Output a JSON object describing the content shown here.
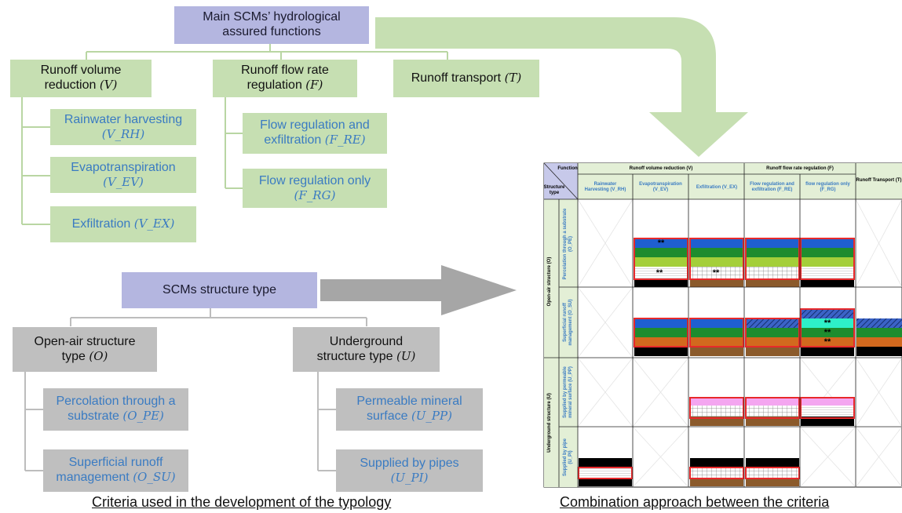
{
  "criteria": {
    "functions_root": {
      "line1": "Main SCMs’ hydrological",
      "line2": "assured functions"
    },
    "runoff_volume": {
      "line1": "Runoff volume",
      "line2": "reduction",
      "sym": "(V)"
    },
    "runoff_flow": {
      "line1": "Runoff flow rate",
      "line2": "regulation",
      "sym": "(F)"
    },
    "runoff_transport": {
      "label": "Runoff transport",
      "sym": "(T)"
    },
    "rainwater": {
      "label": "Rainwater harvesting",
      "sym": "(V_RH)"
    },
    "evapo": {
      "label": "Evapotranspiration",
      "sym": "(V_EV)"
    },
    "exfil": {
      "label": "Exfiltration",
      "sym": "(V_EX)"
    },
    "flow_exfil": {
      "line1": "Flow regulation and",
      "line2": "exfiltration",
      "sym": "(F_RE)"
    },
    "flow_only": {
      "label": "Flow regulation only",
      "sym": "(F_RG)"
    },
    "structure_root": {
      "label": "SCMs structure type"
    },
    "open_air": {
      "line1": "Open-air structure",
      "line2": "type",
      "sym": "(O)"
    },
    "underground": {
      "line1": "Underground",
      "line2": "structure type",
      "sym": "(U)"
    },
    "percolation": {
      "line1": "Percolation through a",
      "line2": "substrate",
      "sym": "(O_PE)"
    },
    "superficial": {
      "line1": "Superficial runoff",
      "line2": "management",
      "sym": "(O_SU)"
    },
    "permeable": {
      "line1": "Permeable mineral",
      "line2": "surface",
      "sym": "(U_PP)"
    },
    "pipes": {
      "label": "Supplied by pipes",
      "sym": "(U_PI)"
    }
  },
  "captions": {
    "left": "Criteria used in the development of the typology",
    "right": "Combination approach between the criteria"
  },
  "matrix": {
    "corner_function": "Function",
    "corner_structure": "Structure type",
    "group_volume": "Runoff volume reduction (V)",
    "group_flow": "Runoff flow rate regulation (F)",
    "group_transport": "Runoff Transport (T)",
    "col_rh": "Rainwater Harvesting (V_RH)",
    "col_ev": "Evapotranspiration (V_EV)",
    "col_ex": "Exfiltration (V_EX)",
    "col_re": "Flow regulation and exfiltration (F_RE)",
    "col_rg": "flow regulation only (F_RG)",
    "row_open": "Open-air structure (O)",
    "row_under": "Underground structure (U)",
    "row_pe": "Percolation through a substrate (O_PE)",
    "row_su": "Superficial runoff management (O_SU)",
    "row_pp": "Supplied by permeable mineral surface (U_PP)",
    "row_pi": "Supplied by pipe (U_PI)",
    "marker": "**"
  },
  "colors": {
    "purple_box": "#b4b6e0",
    "green_box": "#c6dfb2",
    "grey_box": "#bfbfbf",
    "blue_text": "#3a7bc2",
    "arrow_green": "#c6dfb2",
    "arrow_grey": "#a6a6a6",
    "highlight": "#e8292b"
  }
}
